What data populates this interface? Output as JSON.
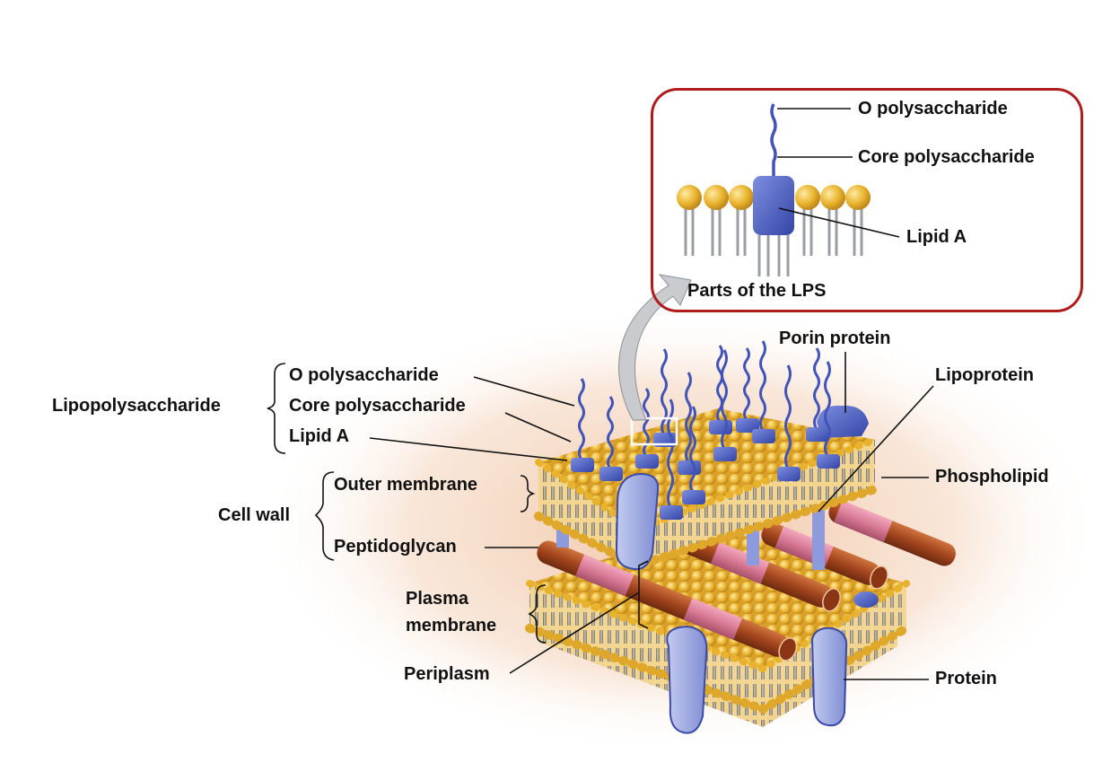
{
  "title": "Gram-negative cell wall structure",
  "inset": {
    "caption": "Parts of the LPS",
    "labels": {
      "o_polysaccharide": "O polysaccharide",
      "core_polysaccharide": "Core polysaccharide",
      "lipid_a": "Lipid A"
    },
    "border_color": "#b01c1c"
  },
  "left_labels": {
    "lipopolysaccharide": "Lipopolysaccharide",
    "o_polysaccharide": "O polysaccharide",
    "core_polysaccharide": "Core polysaccharide",
    "lipid_a": "Lipid A",
    "cell_wall": "Cell wall",
    "outer_membrane": "Outer membrane",
    "peptidoglycan": "Peptidoglycan",
    "plasma_membrane_line1": "Plasma",
    "plasma_membrane_line2": "membrane",
    "periplasm": "Periplasm"
  },
  "right_labels": {
    "porin_protein": "Porin protein",
    "lipoprotein": "Lipoprotein",
    "phospholipid": "Phospholipid",
    "protein": "Protein"
  },
  "colors": {
    "lipid_head": "#e8b22c",
    "lipid_tail": "#8a8f99",
    "protein_blue": "#4a5bbf",
    "protein_light": "#9aa6dd",
    "peptidoglycan_brown": "#a4461e",
    "peptidoglycan_pink": "#d97a96",
    "membrane_core": "#f3d58f",
    "background_glow": "#f3cfb4"
  }
}
